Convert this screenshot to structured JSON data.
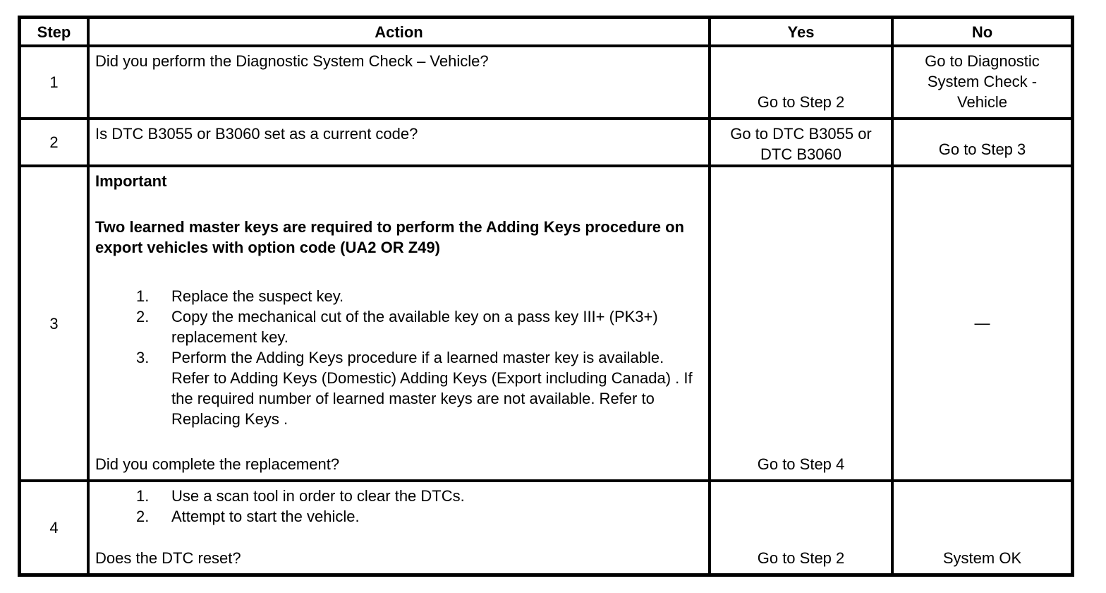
{
  "page": {
    "background_color": "#ffffff",
    "text_color": "#000000",
    "border_color": "#000000"
  },
  "table": {
    "headers": {
      "step": "Step",
      "action": "Action",
      "yes": "Yes",
      "no": "No"
    },
    "rows": [
      {
        "step": "1",
        "action": {
          "question": "Did you perform the Diagnostic System Check – Vehicle?"
        },
        "yes": "Go to Step 2",
        "no": "Go to Diagnostic System Check - Vehicle"
      },
      {
        "step": "2",
        "action": {
          "question": "Is DTC B3055 or B3060 set as a current code?"
        },
        "yes": "Go to DTC B3055 or DTC B3060",
        "no": "Go to Step 3"
      },
      {
        "step": "3",
        "action": {
          "important_label": "Important",
          "important_text": "Two learned master keys are required to perform the Adding Keys procedure on export vehicles with option code (UA2 OR Z49)",
          "list": [
            "Replace the suspect key.",
            "Copy the mechanical cut of the available key on a pass key III+ (PK3+) replacement key.",
            "Perform the Adding Keys procedure if a learned master key is available. Refer to Adding Keys (Domestic) Adding Keys (Export including Canada) . If the required number of learned master keys are not available. Refer to Replacing Keys ."
          ],
          "question": "Did you complete the replacement?"
        },
        "yes": "Go to Step 4",
        "no": "—"
      },
      {
        "step": "4",
        "action": {
          "list": [
            "Use a scan tool in order to clear the DTCs.",
            "Attempt to start the vehicle."
          ],
          "question": "Does the DTC reset?"
        },
        "yes": "Go to Step 2",
        "no": "System OK"
      }
    ]
  }
}
